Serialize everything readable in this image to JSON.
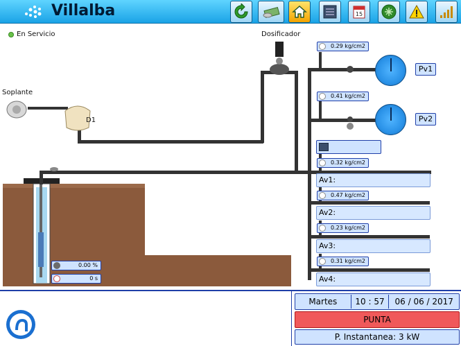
{
  "header": {
    "title": "Villalba"
  },
  "status": {
    "label": "En Servicio"
  },
  "labels": {
    "soplante": "Soplante",
    "dosificador": "Dosificador",
    "d1": "D1"
  },
  "pressures": {
    "pv1": "0.29 kg/cm2",
    "pv2": "0.41 kg/cm2",
    "main": "0.32 kg/cm2",
    "av1": "0.47 kg/cm2",
    "av2": "0.23 kg/cm2",
    "av3": "0.31 kg/cm2"
  },
  "pv": {
    "pv1": "Pv1",
    "pv2": "Pv2"
  },
  "av": {
    "av1": "Av1:",
    "av2": "Av2:",
    "av3": "Av3:",
    "av4": "Av4:"
  },
  "pump": {
    "percent": "0.00 %",
    "time": "0 s"
  },
  "footer": {
    "day": "Martes",
    "time": "10 : 57",
    "date": "06 / 06 / 2017",
    "tariff": "PUNTA",
    "power": "P. Instantanea: 3 kW"
  },
  "colors": {
    "header": "#1aa3e6",
    "tariff": "#f0595a",
    "panel": "#cfe3ff",
    "soil": "#8b5a3c"
  },
  "icons": [
    "refresh-icon",
    "money-icon",
    "home-icon",
    "list-icon",
    "calendar-icon",
    "valve-icon",
    "warning-icon",
    "signal-icon"
  ]
}
